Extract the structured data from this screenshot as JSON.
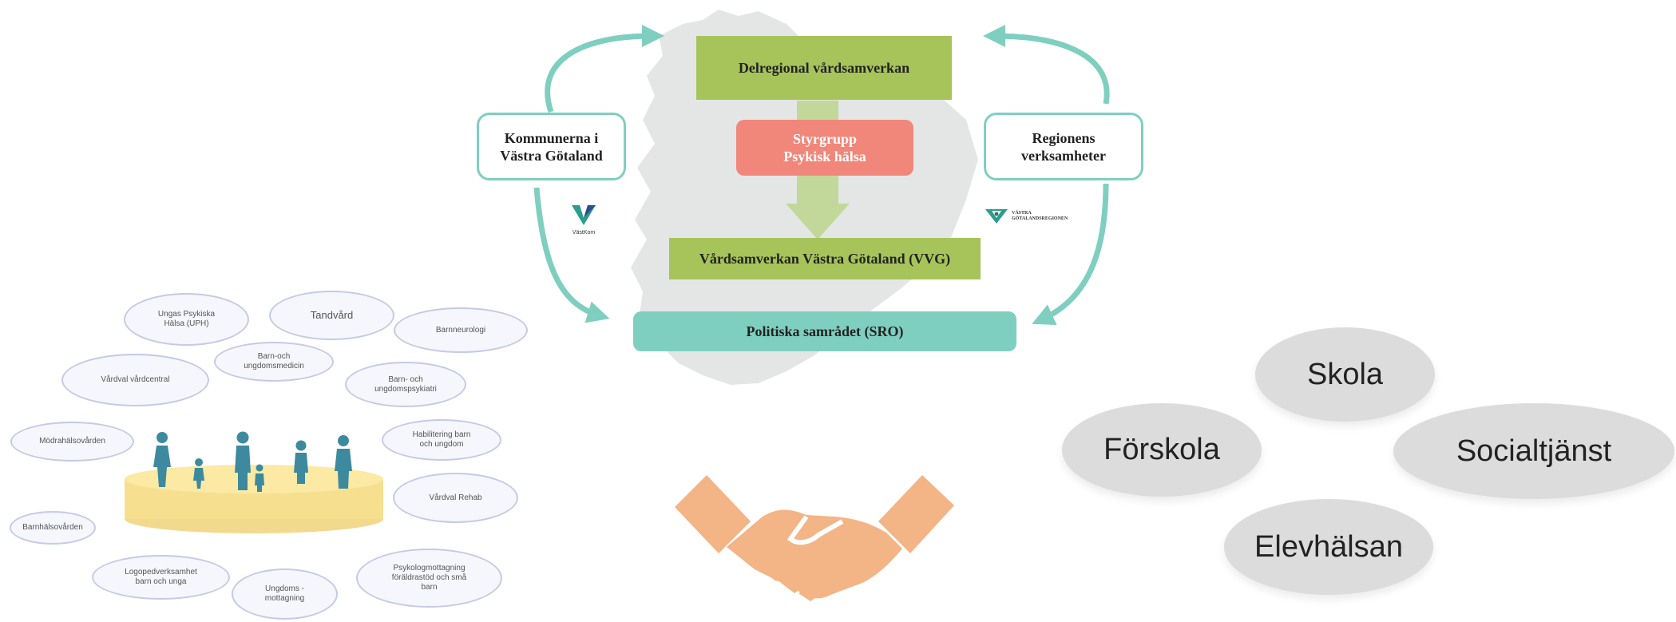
{
  "governance": {
    "delregional": "Delregional vårdsamverkan",
    "styrgrupp_line1": "Styrgrupp",
    "styrgrupp_line2": "Psykisk hälsa",
    "vvg": "Vårdsamverkan Västra Götaland (VVG)",
    "sro": "Politiska samrådet (SRO)",
    "left_line1": "Kommunerna i",
    "left_line2": "Västra Götaland",
    "right_line1": "Regionens",
    "right_line2": "verksamheter",
    "vastkom_logo_text": "VästKom",
    "vgr_logo_line1": "VÄSTRA",
    "vgr_logo_line2": "GÖTALANDSREGIONEN",
    "colors": {
      "green": "#a6c45a",
      "red": "#f0877a",
      "teal": "#7fcfc0",
      "map": "#e4e6e6"
    }
  },
  "care_network": {
    "ovals": [
      {
        "line1": "Ungas Psykiska",
        "line2": "Hälsa (UPH)"
      },
      {
        "line1": "Tandvård",
        "line2": ""
      },
      {
        "line1": "Barnneurologi",
        "line2": ""
      },
      {
        "line1": "Barn-och",
        "line2": "ungdomsmedicin"
      },
      {
        "line1": "Vårdval vårdcentral",
        "line2": ""
      },
      {
        "line1": "Barn- och",
        "line2": "ungdomspsykiatri"
      },
      {
        "line1": "Mödrahälsovården",
        "line2": ""
      },
      {
        "line1": "Habilitering barn",
        "line2": "och ungdom"
      },
      {
        "line1": "Vårdval Rehab",
        "line2": ""
      },
      {
        "line1": "Barnhälsovården",
        "line2": ""
      },
      {
        "line1": "Logopedverksamhet",
        "line2": "barn och unga"
      },
      {
        "line1": "Ungdoms -",
        "line2": "mottagning"
      },
      {
        "line1": "Psykologmottagning",
        "line2": "föräldrastöd och små",
        "line3": "barn"
      }
    ]
  },
  "school_cluster": {
    "skola": "Skola",
    "forskola": "Förskola",
    "socialtjanst": "Socialtjänst",
    "elevhalsan": "Elevhälsan"
  }
}
